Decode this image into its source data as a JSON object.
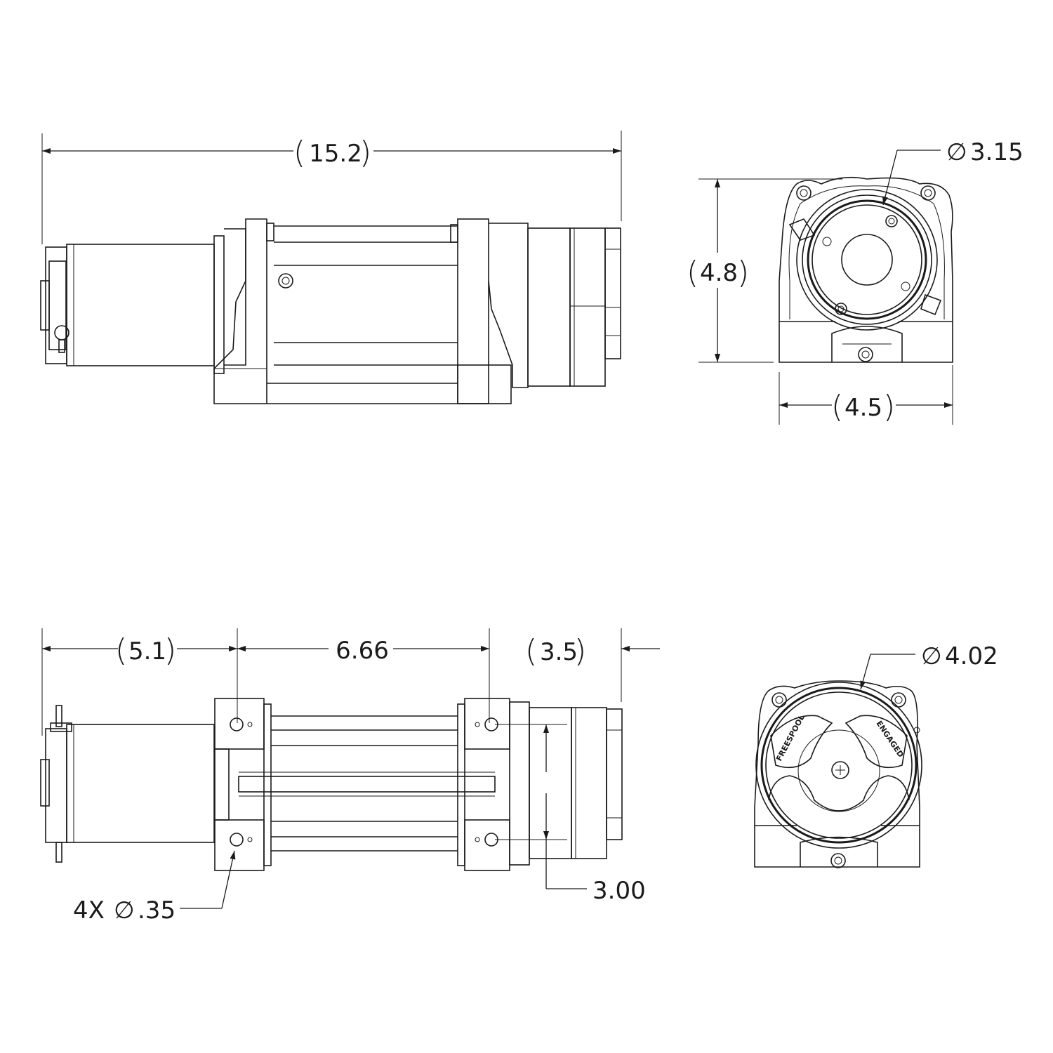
{
  "diagram": {
    "dimensions": {
      "overall_length": "15.2",
      "height": "4.8",
      "width": "4.5",
      "drum_diameter_symbol": "∅",
      "drum_diameter": "3.15",
      "motor_length": "5.1",
      "mount_spacing_length": "6.66",
      "gearbox_length": "3.5",
      "mount_spacing_width": "3.00",
      "hole_count": "4X",
      "hole_diameter_symbol": "∅",
      "hole_diameter": ".35",
      "gearbox_diameter_symbol": "∅",
      "gearbox_diameter": "4.02"
    },
    "clutch_labels": {
      "freespool": "FREESPOOL",
      "engaged": "ENGAGED"
    }
  }
}
